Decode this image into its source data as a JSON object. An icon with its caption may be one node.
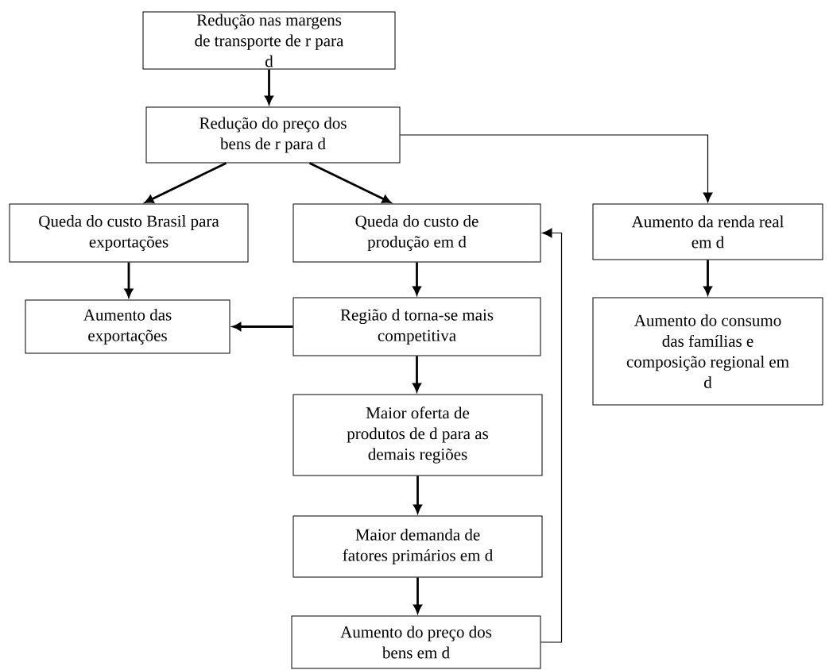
{
  "diagram": {
    "nodes": [
      {
        "text": [
          "Redução nas margens de transporte de r para d"
        ]
      },
      {
        "text": [
          "Redução do preço dos bens de r para d"
        ]
      },
      {
        "text": [
          "Queda do custo Brasil para exportações"
        ]
      },
      {
        "text": [
          "Queda do custo de produção em d"
        ]
      },
      {
        "text": [
          "Aumento da renda real em d"
        ]
      },
      {
        "text": [
          "Aumento das exportações"
        ]
      },
      {
        "text": [
          "Região d torna-se mais competitiva"
        ]
      },
      {
        "text": [
          "Aumento do consumo das famílias e composição regional em d"
        ]
      },
      {
        "text": [
          "Maior oferta de produtos de d para as demais regiões"
        ]
      },
      {
        "text": [
          "Maior demanda de fatores primários em d"
        ]
      },
      {
        "text": [
          "Aumento do preço dos bens em d"
        ]
      }
    ],
    "edges": [
      {
        "from": 0,
        "to": 1,
        "arrow": "to"
      },
      {
        "from": 1,
        "to": 2,
        "arrow": "to"
      },
      {
        "from": 1,
        "to": 3,
        "arrow": "to"
      },
      {
        "from": 1,
        "to": 4,
        "arrow": "to"
      },
      {
        "from": 2,
        "to": 5,
        "arrow": "to"
      },
      {
        "from": 3,
        "to": 6,
        "arrow": "to"
      },
      {
        "from": 6,
        "to": 5,
        "arrow": "to"
      },
      {
        "from": 4,
        "to": 7,
        "arrow": "to"
      },
      {
        "from": 6,
        "to": 8,
        "arrow": "to"
      },
      {
        "from": 8,
        "to": 9,
        "arrow": "to"
      },
      {
        "from": 9,
        "to": 10,
        "arrow": "to"
      },
      {
        "from": 10,
        "to": 3,
        "arrow": "to"
      }
    ]
  }
}
